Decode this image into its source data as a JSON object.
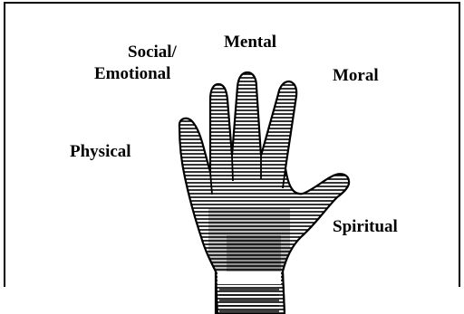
{
  "diagram": {
    "labels": {
      "social_line1": "Social/",
      "social_line2": "Emotional",
      "mental": "Mental",
      "moral": "Moral",
      "physical": "Physical",
      "spiritual": "Spiritual"
    },
    "colors": {
      "ink": "#000000",
      "background": "#ffffff"
    },
    "illustration": "open-hand-engraving-icon"
  }
}
